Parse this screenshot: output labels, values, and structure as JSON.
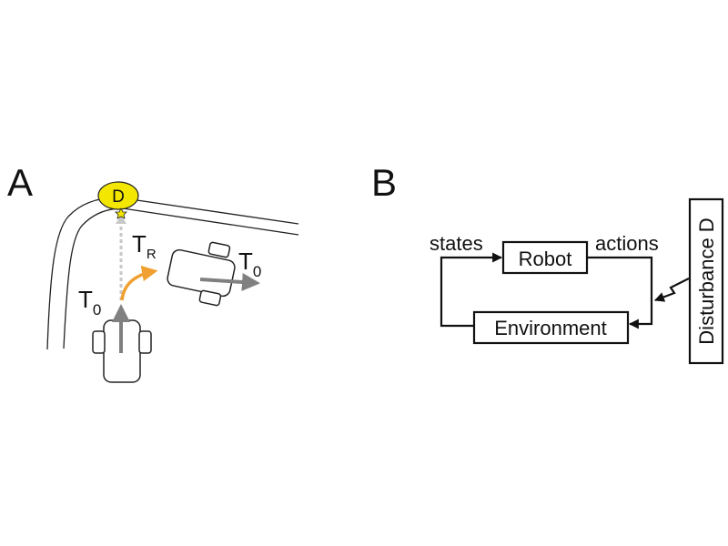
{
  "panel_a": {
    "label": "A",
    "disturbance_label": "D",
    "t0_sub_left": "0",
    "tr_sub": "R",
    "t0_sub_right": "0",
    "t_letter": "T"
  },
  "panel_b": {
    "label": "B",
    "robot_label": "Robot",
    "environment_label": "Environment",
    "states_label": "states",
    "actions_label": "actions",
    "disturbance_label": "Disturbance D"
  },
  "colors": {
    "disturbance_fill": "#f3e600",
    "turn_arrow": "#f0a030",
    "arrow_gray": "#808080",
    "dotted_gray": "#c8c8c8",
    "line": "#111111"
  }
}
